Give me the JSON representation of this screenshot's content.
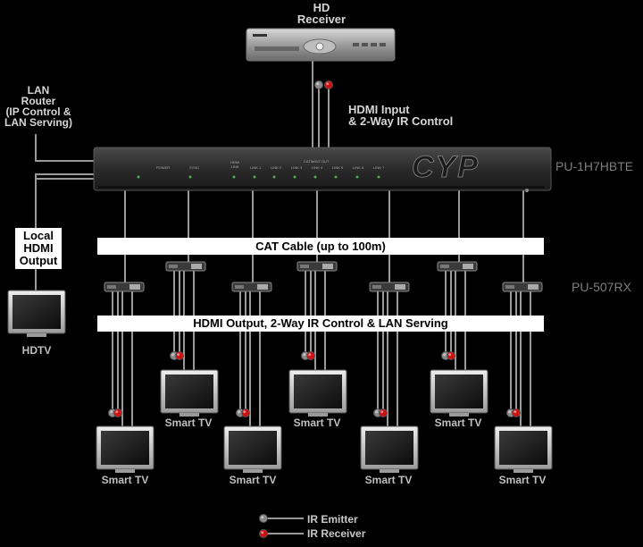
{
  "hd_receiver": {
    "label_line1": "HD",
    "label_line2": "Receiver"
  },
  "hdmi_input": {
    "line1": "HDMI Input",
    "line2": "& 2-Way IR Control"
  },
  "lan_router": {
    "line1": "LAN",
    "line2": "Router",
    "line3": "(IP Control &",
    "line4": "LAN Serving)"
  },
  "transmitter": {
    "model": "PU-1H7HBTE",
    "logo": "CYP",
    "panel_labels": {
      "power": "POWER",
      "sync": "SYNC",
      "hdmi_link_1": "HDMI",
      "hdmi_link_2": "LINK",
      "cat_header": "CAT5e/6/7 OUT",
      "links": [
        "LINK 1",
        "LINK 2",
        "LINK 3",
        "LINK 4",
        "LINK 5",
        "LINK 6",
        "LINK 7"
      ]
    }
  },
  "receiver_model": "PU-507RX",
  "local_output": {
    "line1": "Local",
    "line2": "HDMI",
    "line3": "Output"
  },
  "hdtv_label": "HDTV",
  "cat_banner": "CAT Cable (up to 100m)",
  "output_banner": "HDMI Output, 2-Way IR Control & LAN Serving",
  "smart_tv_label": "Smart TV",
  "legend": {
    "ir_emitter": "IR Emitter",
    "ir_receiver": "IR Receiver"
  },
  "colors": {
    "ir_emitter": "#8a8a8a",
    "ir_receiver": "#cc1111",
    "cable": "#9a9a9a"
  }
}
